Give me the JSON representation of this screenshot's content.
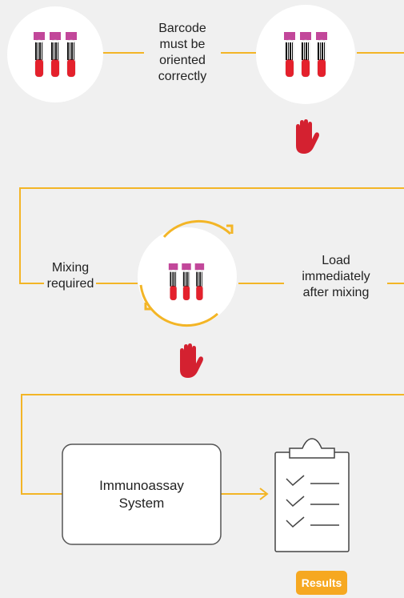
{
  "step1": {
    "label_lines": [
      "Barcode",
      "must be",
      "oriented",
      "correctly"
    ]
  },
  "step2": {
    "left_label_lines": [
      "Mixing",
      "required"
    ],
    "right_label_lines": [
      "Load",
      "immediately",
      "after mixing"
    ]
  },
  "step3": {
    "system_label_lines": [
      "Immunoassay",
      "System"
    ],
    "results_badge": "Results"
  },
  "icons": [
    "blood-tube-rack-icon",
    "stop-hand-icon",
    "mixing-cycle-icon",
    "clipboard-checklist-icon"
  ],
  "colors": {
    "connector": "#f3b526",
    "tube_cap": "#c2479a",
    "blood": "#e4212c",
    "stop_hand": "#d42130",
    "badge": "#f6a821",
    "background": "#f0f0f0"
  }
}
